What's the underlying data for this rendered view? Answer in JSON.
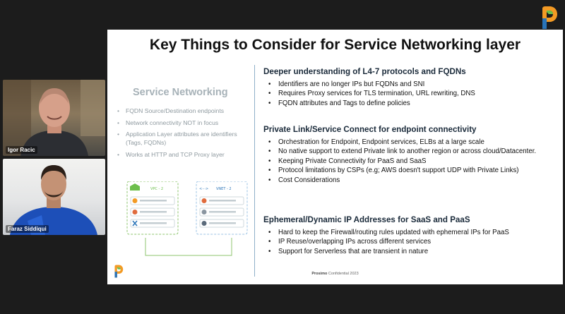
{
  "participants": [
    {
      "name": "Igor Racic"
    },
    {
      "name": "Faraz Siddiqui"
    }
  ],
  "slide": {
    "title": "Key Things to Consider for Service Networking layer",
    "left": {
      "heading": "Service Networking",
      "items": [
        "FQDN Source/Destination endpoints",
        "Network connectivity NOT in focus",
        "Application Layer attributes are identifiers (Tags, FQDNs)",
        "Works at HTTP and TCP Proxy layer"
      ]
    },
    "diagram": {
      "vpc_label": "VPC - 2",
      "vnet_label": "VNET - 2"
    },
    "sections": [
      {
        "title": "Deeper understanding of L4-7 protocols and FQDNs",
        "items": [
          "Identifiers are no longer IPs but FQDNs and SNI",
          "Requires Proxy services for TLS termination, URL rewriting, DNS",
          "FQDN attributes and Tags to define policies"
        ]
      },
      {
        "title": "Private Link/Service Connect for endpoint connectivity",
        "items": [
          "Orchestration for Endpoint, Endpoint services, ELBs at a large scale",
          "No native support to extend Private link to another region or across cloud/Datacenter.",
          "Keeping Private Connectivity for PaaS and SaaS",
          "Protocol limitations by CSPs (e.g; AWS doesn't support UDP with Private Links)",
          "Cost Considerations"
        ]
      },
      {
        "title": "Ephemeral/Dynamic IP Addresses for SaaS and PaaS",
        "items": [
          "Hard to keep the Firewall/routing rules updated with ephemeral IPs for PaaS",
          "IP Reuse/overlapping IPs across different services",
          "Support for Serverless that are transient in nature"
        ]
      }
    ],
    "footer": {
      "brand": "Prosimo",
      "text": "Confidential 2023"
    }
  },
  "colors": {
    "background": "#1c1c1c",
    "accent_green": "#6cbf4a",
    "accent_orange": "#f39a24",
    "accent_blue": "#2a74b8"
  }
}
